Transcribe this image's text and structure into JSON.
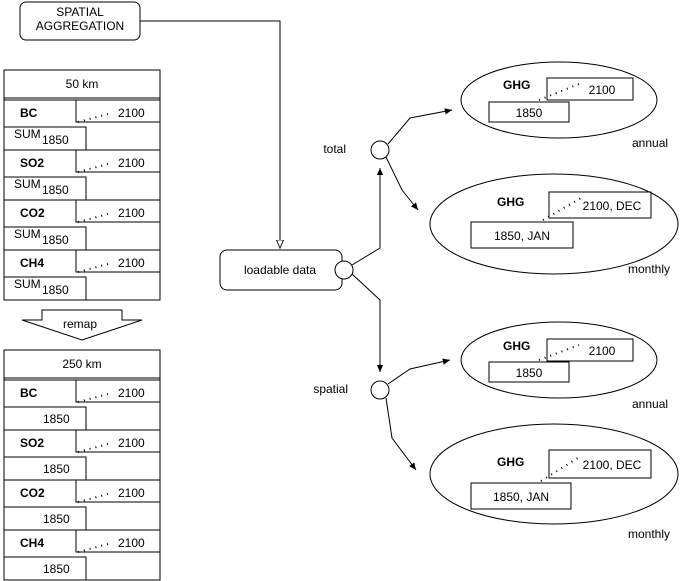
{
  "spatial_aggregation": "SPATIAL AGGREGATION",
  "panel_50km": {
    "header": "50 km",
    "rows": [
      {
        "gas": "BC",
        "end": "2100",
        "start": "1850",
        "op": "SUM"
      },
      {
        "gas": "SO2",
        "end": "2100",
        "start": "1850",
        "op": "SUM"
      },
      {
        "gas": "CO2",
        "end": "2100",
        "start": "1850",
        "op": "SUM"
      },
      {
        "gas": "CH4",
        "end": "2100",
        "start": "1850",
        "op": "SUM"
      }
    ]
  },
  "remap": "remap",
  "panel_250km": {
    "header": "250 km",
    "rows": [
      {
        "gas": "BC",
        "end": "2100",
        "start": "1850"
      },
      {
        "gas": "SO2",
        "end": "2100",
        "start": "1850"
      },
      {
        "gas": "CO2",
        "end": "2100",
        "start": "1850"
      },
      {
        "gas": "CH4",
        "end": "2100",
        "start": "1850"
      }
    ]
  },
  "loadable_data": "loadable data",
  "branches": {
    "total": "total",
    "spatial": "spatial"
  },
  "outputs": {
    "total_annual": {
      "gas": "GHG",
      "start": "1850",
      "end": "2100",
      "label": "annual"
    },
    "total_monthly": {
      "gas": "GHG",
      "start": "1850, JAN",
      "end": "2100, DEC",
      "label": "monthly"
    },
    "spatial_annual": {
      "gas": "GHG",
      "start": "1850",
      "end": "2100",
      "label": "annual"
    },
    "spatial_monthly": {
      "gas": "GHG",
      "start": "1850, JAN",
      "end": "2100, DEC",
      "label": "monthly"
    }
  }
}
